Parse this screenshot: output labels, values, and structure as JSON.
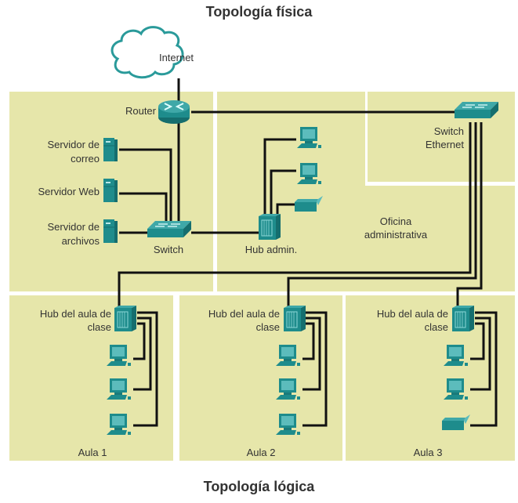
{
  "titles": {
    "physical": "Topología física",
    "logical": "Topología lógica"
  },
  "colors": {
    "panel": "#e6e6aa",
    "device": "#1e8c8c",
    "device_light": "#4fb5b5",
    "cable": "#111111",
    "cloud_stroke": "#2a9a9a"
  },
  "devices": {
    "internet": "Internet",
    "router": "Router",
    "mail_server": [
      "Servidor de",
      "correo"
    ],
    "web_server": "Servidor Web",
    "file_server": [
      "Servidor de",
      "archivos"
    ],
    "switch": "Switch",
    "hub_admin": "Hub admin.",
    "switch_ethernet": [
      "Switch",
      "Ethernet"
    ],
    "office": [
      "Oficina",
      "administrativa"
    ]
  },
  "classrooms": [
    {
      "hub": [
        "Hub del aula de",
        "clase"
      ],
      "label": "Aula 1",
      "devices": [
        "pc",
        "pc",
        "pc"
      ]
    },
    {
      "hub": [
        "Hub del aula de",
        "clase"
      ],
      "label": "Aula 2",
      "devices": [
        "pc",
        "pc",
        "pc"
      ]
    },
    {
      "hub": [
        "Hub del aula de",
        "clase"
      ],
      "label": "Aula 3",
      "devices": [
        "pc",
        "pc",
        "printer"
      ]
    }
  ]
}
